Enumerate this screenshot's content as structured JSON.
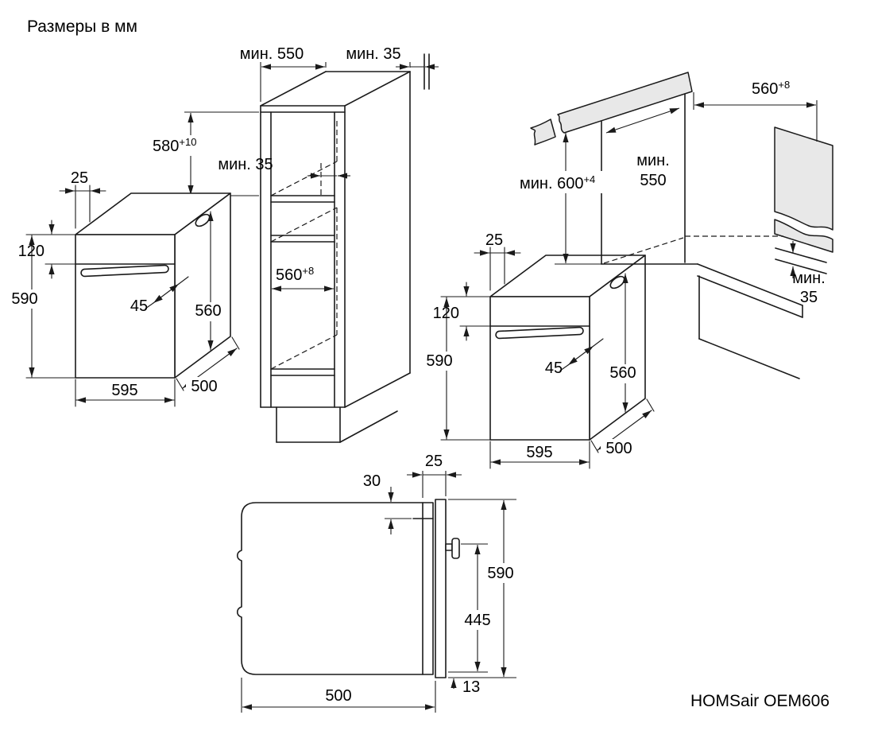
{
  "page": {
    "title": "Размеры в мм",
    "model": "HOMSair OEM606"
  },
  "tall_cabinet_drawing": {
    "cabinet_depth_min": "мин. 550",
    "rear_wall_gap_min": "мин. 35",
    "niche_height": "580",
    "niche_height_tol": "+10",
    "shelf_rear_gap_min": "мин. 35",
    "niche_width": "560",
    "niche_width_tol": "+8",
    "oven": {
      "door_offset": "25",
      "panel_height": "120",
      "height": "590",
      "handle_depth": "45",
      "body_height": "560",
      "width": "595",
      "depth": "500"
    }
  },
  "base_cabinet_drawing": {
    "niche_width": "560",
    "niche_width_tol": "+8",
    "niche_height_min": "мин. 600",
    "niche_height_tol": "+4",
    "niche_depth_min_label": "мин.",
    "niche_depth_min_value": "550",
    "rear_gap_min_label": "мин.",
    "rear_gap_min_value": "35",
    "oven": {
      "door_offset": "25",
      "panel_height": "120",
      "height": "590",
      "handle_depth": "45",
      "body_height": "560",
      "width": "595",
      "depth": "500"
    }
  },
  "side_view_drawing": {
    "door_offset": "25",
    "top_gap": "30",
    "height": "590",
    "handle_to_bottom": "445",
    "depth": "500",
    "bottom_gap": "13"
  }
}
